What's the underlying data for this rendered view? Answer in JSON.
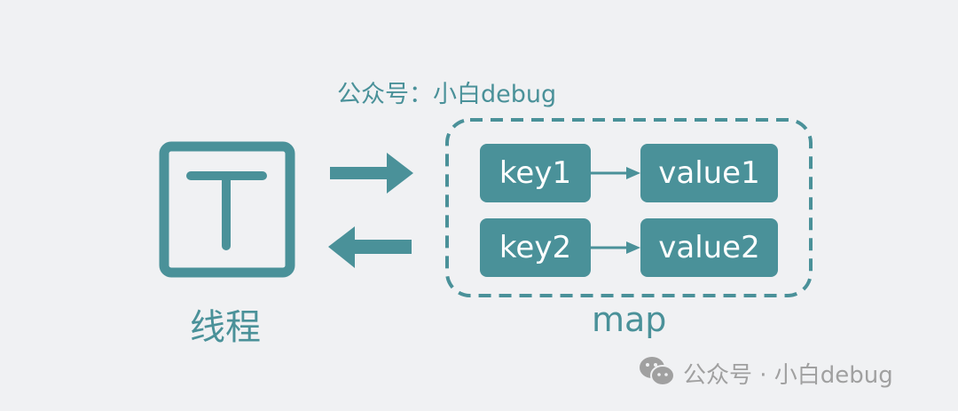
{
  "header_label": "公众号：小白debug",
  "thread_label": "线程",
  "thread_icon_letter": "T",
  "map_label": "map",
  "entries": [
    {
      "key": "key1",
      "value": "value1"
    },
    {
      "key": "key2",
      "value": "value2"
    }
  ],
  "watermark": "公众号 · 小白debug",
  "colors": {
    "accent": "#4a9199",
    "background": "#f0f1f3",
    "watermark": "#a0a0a0"
  }
}
